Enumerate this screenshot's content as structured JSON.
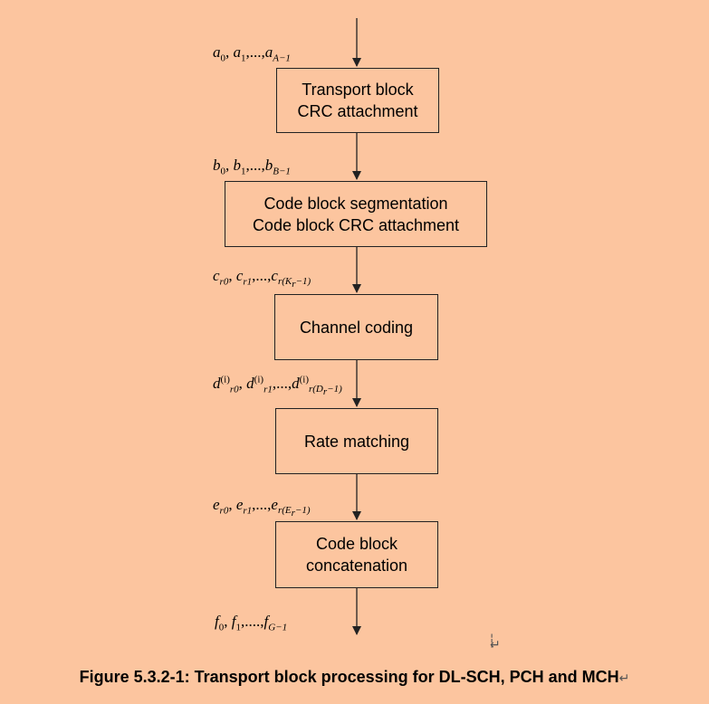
{
  "blocks": {
    "b1": {
      "line1": "Transport block",
      "line2": "CRC attachment"
    },
    "b2": {
      "line1": "Code block segmentation",
      "line2": "Code block CRC attachment"
    },
    "b3": {
      "line1": "Channel coding"
    },
    "b4": {
      "line1": "Rate matching"
    },
    "b5": {
      "line1": "Code block",
      "line2": "concatenation"
    }
  },
  "labels": {
    "a": {
      "s0": "a",
      "i0": "0",
      "s1": "a",
      "i1": "1",
      "dots": ",...,",
      "s2": "a",
      "i2": "A−1"
    },
    "b": {
      "s0": "b",
      "i0": "0",
      "s1": "b",
      "i1": "1",
      "dots": ",...,",
      "s2": "b",
      "i2": "B−1"
    },
    "c": {
      "s0": "c",
      "i0": "r0",
      "s1": "c",
      "i1": "r1",
      "dots": ",...,",
      "s2": "c",
      "i2": "r(K",
      "i2b": "r",
      "i2c": "−1)"
    },
    "d": {
      "s0": "d",
      "sup": "(i)",
      "i0": "r0",
      "s1": "d",
      "i1": "r1",
      "dots": ",...,",
      "s2": "d",
      "i2": "r(D",
      "i2b": "r",
      "i2c": "−1)"
    },
    "e": {
      "s0": "e",
      "i0": "r0",
      "s1": "e",
      "i1": "r1",
      "dots": ",...,",
      "s2": "e",
      "i2": "r(E",
      "i2b": "r",
      "i2c": "−1)"
    },
    "f": {
      "s0": "f",
      "i0": "0",
      "s1": "f",
      "i1": "1",
      "dots": ",....,",
      "s2": "f",
      "i2": "G−1"
    }
  },
  "caption": "Figure 5.3.2-1: Transport block processing for DL-SCH, PCH and MCH",
  "colors": {
    "background": "#fcc59f",
    "stroke": "#222222"
  },
  "icons": {
    "paragraph_mark": "↵",
    "text_cursor": "┆"
  }
}
